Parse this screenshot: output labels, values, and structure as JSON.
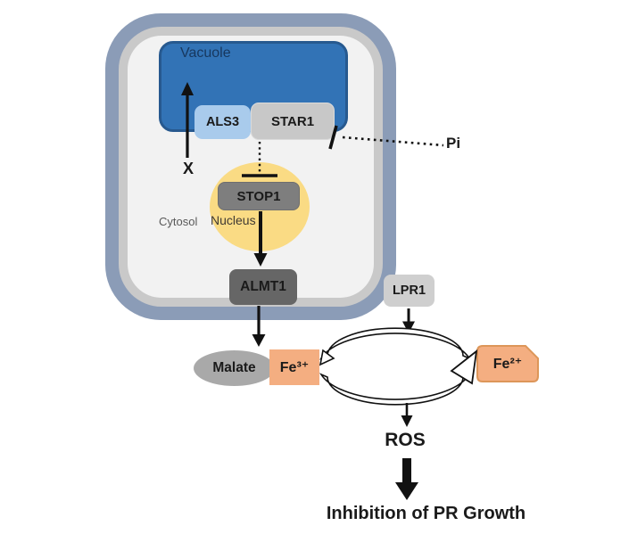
{
  "palette": {
    "membrane_outer": "#8B9CB7",
    "membrane_mid": "#C9C9C9",
    "cytosol_fill": "#F2F2F2",
    "vacuole_fill": "#3273B6",
    "vacuole_border": "#27598F",
    "als3_fill": "#A9CBEC",
    "star1_fill": "#C8C8C8",
    "nucleus_fill": "#FADB84",
    "stop1_fill": "#7E7E7E",
    "almt1_fill": "#666666",
    "lpr1_fill": "#CFCFCF",
    "malate_fill": "#A9A9A9",
    "iron_fill": "#F4AE81",
    "iron_border": "#DD9659",
    "line_color": "#111111"
  },
  "cell": {
    "vacuole_label": "Vacuole",
    "cytosol_label": "Cytosol",
    "nucleus_label": "Nucleus"
  },
  "proteins": {
    "als3": "ALS3",
    "star1": "STAR1",
    "stop1": "STOP1",
    "almt1": "ALMT1",
    "lpr1": "LPR1"
  },
  "molecules": {
    "x_factor": "X",
    "pi": "Pi",
    "malate": "Malate",
    "fe3": "Fe³⁺",
    "fe2": "Fe²⁺",
    "ros": "ROS"
  },
  "outcome": {
    "inhibition": "Inhibition of PR Growth"
  }
}
